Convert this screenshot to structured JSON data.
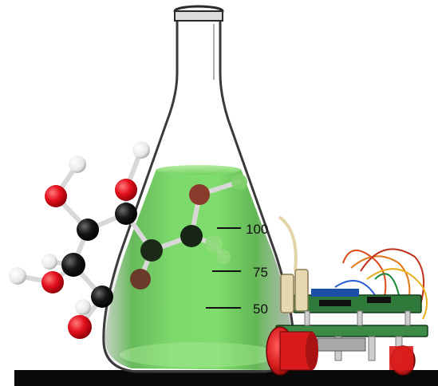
{
  "flask": {
    "graduations": [
      {
        "label": "100"
      },
      {
        "label": "75"
      },
      {
        "label": "50"
      }
    ]
  },
  "colors": {
    "liquid": "#4cc43a",
    "liquid_dark": "#2e8f24",
    "glass_edge": "#3a3a3a",
    "oxygen_atom": "#e3101d",
    "carbon_atom": "#111111",
    "hydrogen_atom": "#f2f2f2",
    "bond": "#dddddd",
    "robot_wheel": "#d81c1c",
    "circuit_board": "#2f7a3a",
    "table": "#0a0a0a"
  },
  "icons": [
    "molecule-model",
    "erlenmeyer-flask",
    "robot-kit"
  ]
}
